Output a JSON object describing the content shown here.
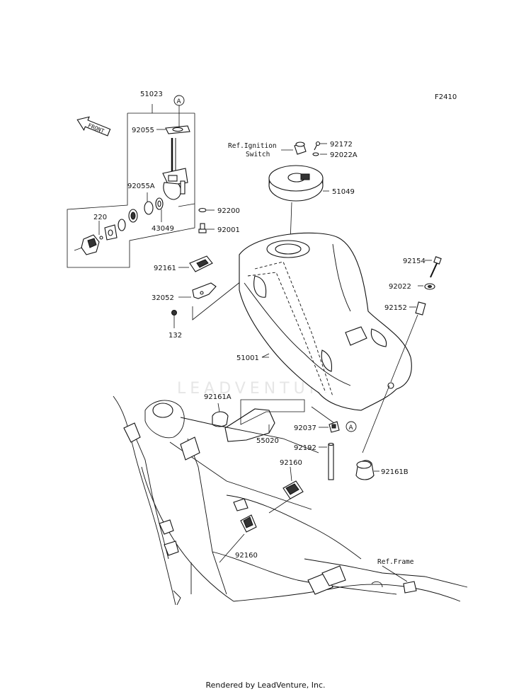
{
  "figure_code": "F2410",
  "front_arrow_text": "FRONT",
  "watermark": "LEADVENTURE",
  "footer": "Rendered by LeadVenture, Inc.",
  "ref_labels": {
    "ignition_line1": "Ref.Ignition",
    "ignition_line2": "Switch",
    "frame": "Ref.Frame"
  },
  "callout_marker": "A",
  "part_numbers": {
    "p51023": "51023",
    "p92055": "92055",
    "p92055A": "92055A",
    "p220": "220",
    "p43049": "43049",
    "p92200": "92200",
    "p92001": "92001",
    "p92161": "92161",
    "p32052": "32052",
    "p132": "132",
    "p92172": "92172",
    "p92022A": "92022A",
    "p51049": "51049",
    "p92154": "92154",
    "p92022": "92022",
    "p92152": "92152",
    "p51001": "51001",
    "p92161A": "92161A",
    "p55020": "55020",
    "p92037": "92037",
    "p92192": "92192",
    "p92160a": "92160",
    "p92161B": "92161B",
    "p92160b": "92160"
  }
}
